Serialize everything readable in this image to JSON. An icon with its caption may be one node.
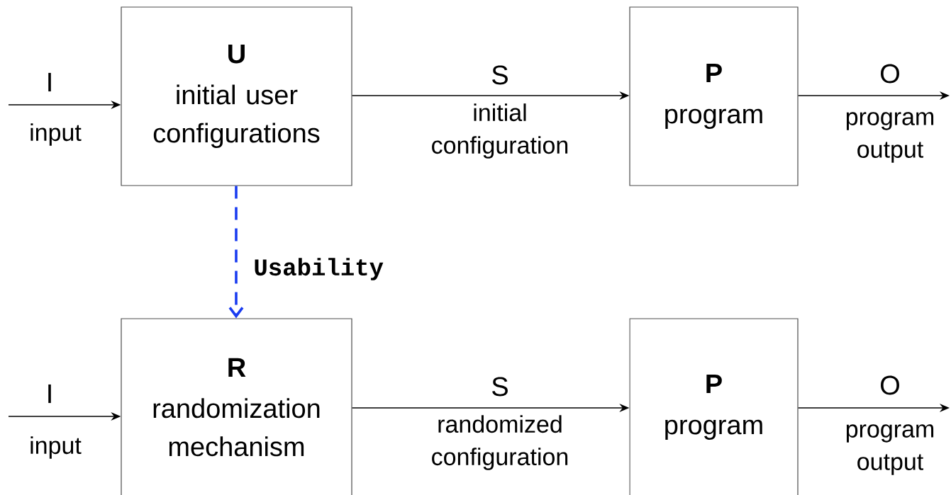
{
  "diagram": {
    "nodes": [
      {
        "text": [
          "U",
          "initial user configurations"
        ]
      },
      {
        "text": [
          "P",
          "program"
        ]
      },
      {
        "text": [
          "R",
          "randomization mechanism"
        ]
      },
      {
        "text": [
          "P",
          "program"
        ]
      }
    ],
    "edges": [
      {
        "from": null,
        "to": 0,
        "arrow": "to",
        "label": "I"
      },
      {
        "from": 0,
        "to": 1,
        "arrow": "to",
        "label": "S"
      },
      {
        "from": 1,
        "to": null,
        "arrow": "to",
        "label": "O"
      },
      {
        "from": 0,
        "to": 2,
        "arrow": "to",
        "label": "Usability",
        "style": "dashed",
        "color": "#1a3cf0"
      },
      {
        "from": null,
        "to": 2,
        "arrow": "to",
        "label": "I"
      },
      {
        "from": 2,
        "to": 3,
        "arrow": "to",
        "label": "S"
      },
      {
        "from": 3,
        "to": null,
        "arrow": "to",
        "label": "O"
      }
    ],
    "labels": [
      "input",
      "initial configuration",
      "program output",
      "input",
      "randomized configuration",
      "program output"
    ]
  }
}
